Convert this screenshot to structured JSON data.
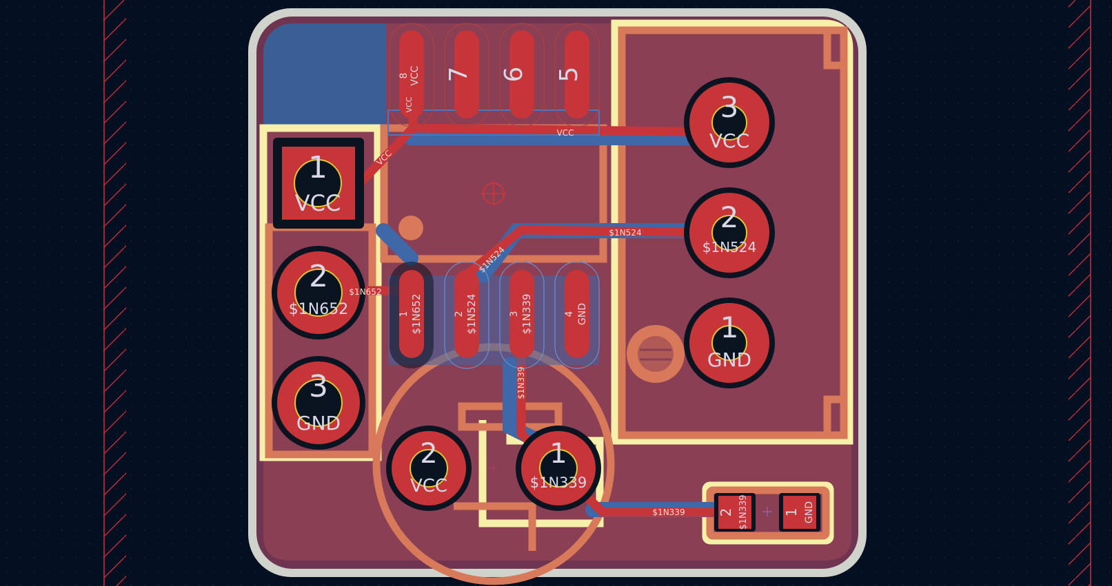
{
  "colors": {
    "background": "#041022",
    "grid_dot": "#2a3448",
    "board_outline": "#d0d2cc",
    "copper_pour_back": "#3a5f96",
    "copper_pour_front": "#8a3f55",
    "track_front": "#c83538",
    "track_back": "#3e68a8",
    "silkscreen": "#d8795a",
    "courtyard": "#f6f0a8",
    "pad_fill": "#c83538",
    "drill": "#0a1420",
    "drill_ring": "#e0c830",
    "pad_text": "#d8d8e6",
    "net_label": "#f0dcd0",
    "edge_hatch": "#c0303a"
  },
  "connector_j1": {
    "pin1": {
      "number": "1",
      "net": "VCC"
    },
    "pin2": {
      "number": "2",
      "net": "$1N652"
    },
    "pin3": {
      "number": "3",
      "net": "GND"
    }
  },
  "connector_j2": {
    "pin3": {
      "number": "3",
      "net": "VCC"
    },
    "pin2": {
      "number": "2",
      "net": "$1N524"
    },
    "pin1": {
      "number": "1",
      "net": "GND"
    }
  },
  "ic_u1": {
    "pin8": {
      "number": "8",
      "net": "VCC",
      "sub": "VCC"
    },
    "pin7": {
      "number": "7"
    },
    "pin6": {
      "number": "6"
    },
    "pin5": {
      "number": "5"
    },
    "pin1": {
      "number": "1",
      "net": "$1N652"
    },
    "pin2": {
      "number": "2",
      "net": "$1N524"
    },
    "pin3": {
      "number": "3",
      "net": "$1N339"
    },
    "pin4": {
      "number": "4",
      "net": "GND"
    }
  },
  "transistor_q1": {
    "pin2": {
      "number": "2",
      "net": "VCC"
    },
    "pin1": {
      "number": "1",
      "net": "$1N339"
    }
  },
  "smd_component": {
    "pad2": {
      "number": "2",
      "net": "$1N339"
    },
    "pad1": {
      "number": "1",
      "net": "GND"
    }
  },
  "track_labels": {
    "vcc_top": "VCC",
    "vcc_diag": "VCC",
    "n524_right": "$1N524",
    "n524_diag": "$1N524",
    "n652_left": "$1N652",
    "n339_vert": "$1N339",
    "n339_bottom": "$1N339"
  }
}
